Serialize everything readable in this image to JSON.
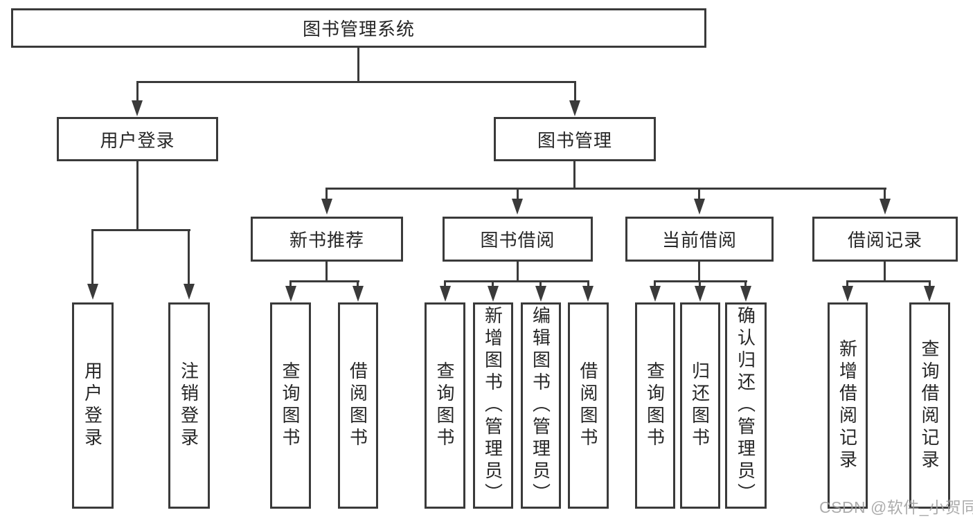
{
  "diagram": {
    "title": "图书管理系统",
    "watermark": "CSDN @软件_小贺同学",
    "colors": {
      "line": "#3a3a3a",
      "text": "#262626",
      "box_background": "#ffffff",
      "watermark": "#9e9e9e",
      "background": "#ffffff"
    },
    "tree": {
      "label": "图书管理系统",
      "children": [
        {
          "label": "用户登录",
          "children": [
            {
              "label": "用户登录"
            },
            {
              "label": "注销登录"
            }
          ]
        },
        {
          "label": "图书管理",
          "children": [
            {
              "label": "新书推荐",
              "children": [
                {
                  "label": "查询图书"
                },
                {
                  "label": "借阅图书"
                }
              ]
            },
            {
              "label": "图书借阅",
              "children": [
                {
                  "label": "查询图书"
                },
                {
                  "label": "新增图书（管理员）"
                },
                {
                  "label": "编辑图书（管理员）"
                },
                {
                  "label": "借阅图书"
                }
              ]
            },
            {
              "label": "当前借阅",
              "children": [
                {
                  "label": "查询图书"
                },
                {
                  "label": "归还图书"
                },
                {
                  "label": "确认归还（管理员）"
                }
              ]
            },
            {
              "label": "借阅记录",
              "children": [
                {
                  "label": "新增借阅记录"
                },
                {
                  "label": "查询借阅记录"
                }
              ]
            }
          ]
        }
      ]
    }
  }
}
